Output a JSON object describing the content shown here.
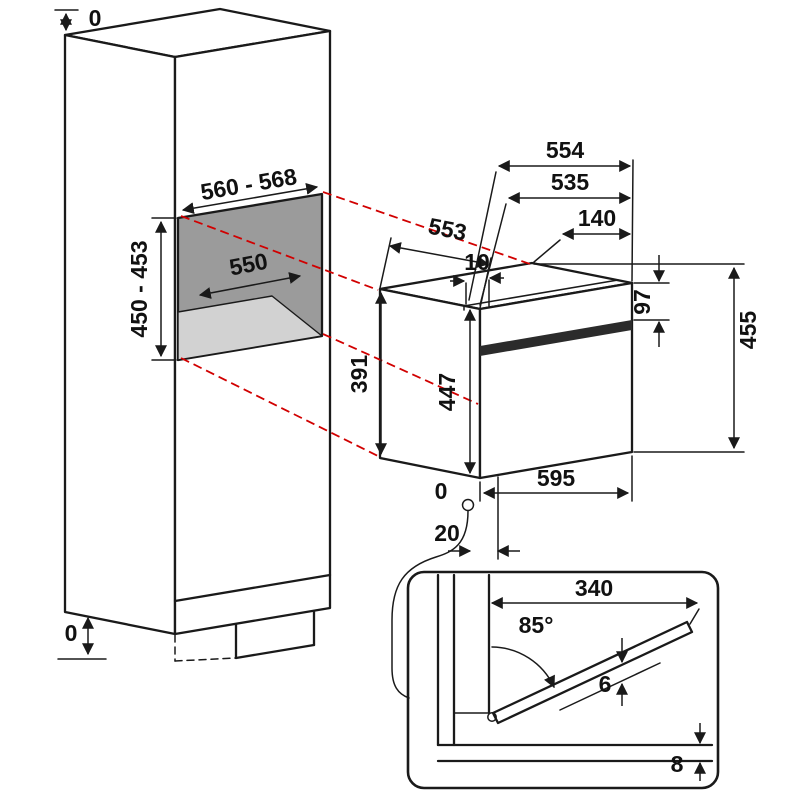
{
  "diagram": {
    "type": "appliance-installation-drawing",
    "cabinet": {
      "top_clearance": "0",
      "bottom_clearance": "0",
      "niche_width": "560 - 568",
      "niche_height": "450 - 453",
      "niche_depth": "550"
    },
    "oven": {
      "depth": "553",
      "top_width": "554",
      "top_inner_width": "535",
      "top_right_offset": "140",
      "top_step": "10",
      "panel_height": "97",
      "total_height": "455",
      "rear_height": "391",
      "front_height": "447",
      "front_width": "595",
      "front_gap": "0",
      "bottom_gap": "20"
    },
    "door_detail": {
      "door_depth": "340",
      "opening_angle": "85°",
      "gap_below_door": "6",
      "bottom_clearance": "8"
    },
    "colors": {
      "line": "#1a1a1a",
      "projection": "#d10000",
      "niche_back": "#9b9b9b",
      "niche_floor": "#d2d2d2",
      "panel_band": "#2b2b2b"
    }
  }
}
